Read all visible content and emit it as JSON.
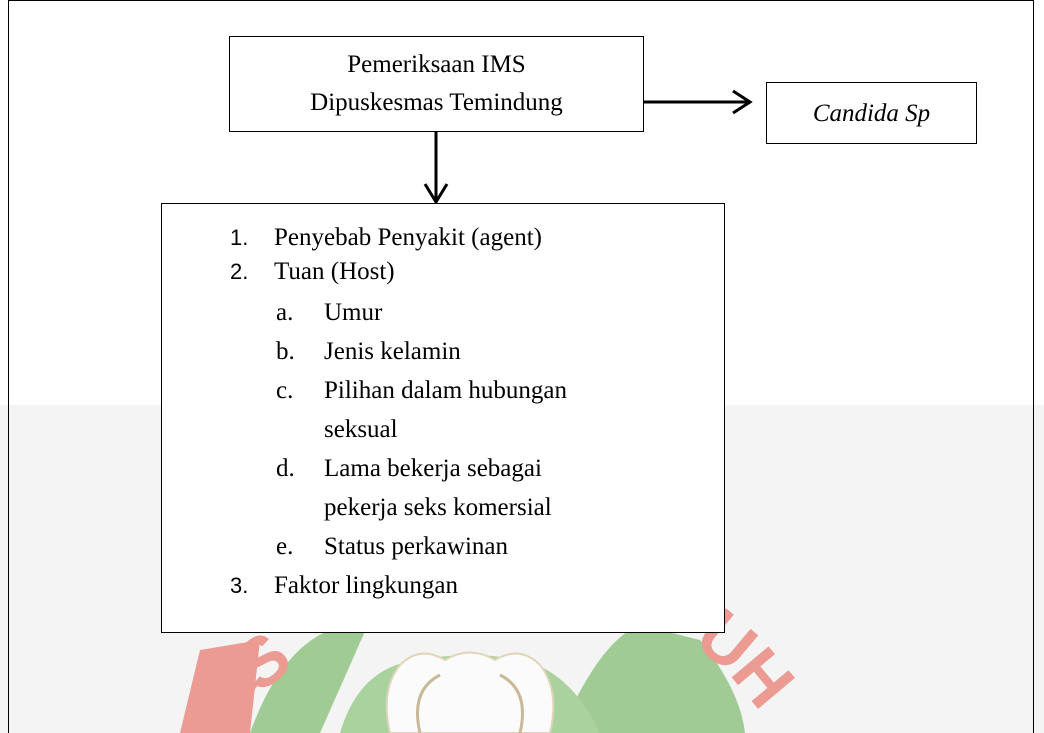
{
  "top_box": {
    "line1": "Pemeriksaan IMS",
    "line2": "Dipuskesmas Temindung"
  },
  "result_box": {
    "label": "Candida Sp"
  },
  "factors": {
    "item1": {
      "num": "1.",
      "text": "Penyebab Penyakit (agent)"
    },
    "item2": {
      "num": "2.",
      "text": "Tuan (Host)"
    },
    "sub_a": {
      "letter": "a.",
      "text": "Umur"
    },
    "sub_b": {
      "letter": "b.",
      "text": "Jenis kelamin"
    },
    "sub_c": {
      "letter": "c.",
      "text1": "Pilihan dalam hubungan",
      "text2": "seksual"
    },
    "sub_d": {
      "letter": "d.",
      "text1": "Lama bekerja sebagai",
      "text2": "pekerja seks komersial"
    },
    "sub_e": {
      "letter": "e.",
      "text": "Status perkawinan"
    },
    "item3": {
      "num": "3.",
      "text": "Faktor lingkungan"
    }
  },
  "colors": {
    "watermark_red": "#e8766a",
    "watermark_green": "#7dbb6e",
    "band_gray": "#f4f4f4"
  }
}
